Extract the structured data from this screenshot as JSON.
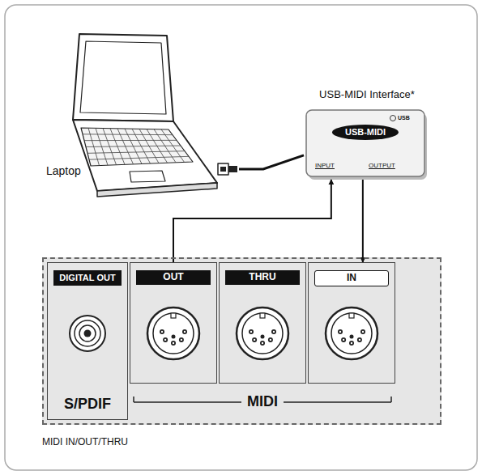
{
  "diagram": {
    "caption": "MIDI IN/OUT/THRU",
    "nodes": [
      {
        "text": [
          "Laptop"
        ]
      },
      {
        "text": [
          "USB-MIDI Interface*",
          "USB",
          "USB-MIDI",
          "INPUT",
          "OUTPUT"
        ]
      },
      {
        "text": [
          "MIDI"
        ]
      },
      {
        "text": [
          "DIGITAL OUT",
          "S/PDIF"
        ],
        "in": 2
      },
      {
        "text": [
          "OUT"
        ],
        "in": 2
      },
      {
        "text": [
          "THRU"
        ],
        "in": 2
      },
      {
        "text": [
          "IN"
        ],
        "in": 2
      }
    ],
    "edges": [
      {
        "from": 0,
        "to": 1,
        "arrow": "none"
      },
      {
        "from": 4,
        "to": 1,
        "arrow": "to"
      },
      {
        "from": 1,
        "to": 6,
        "arrow": "to"
      }
    ]
  }
}
